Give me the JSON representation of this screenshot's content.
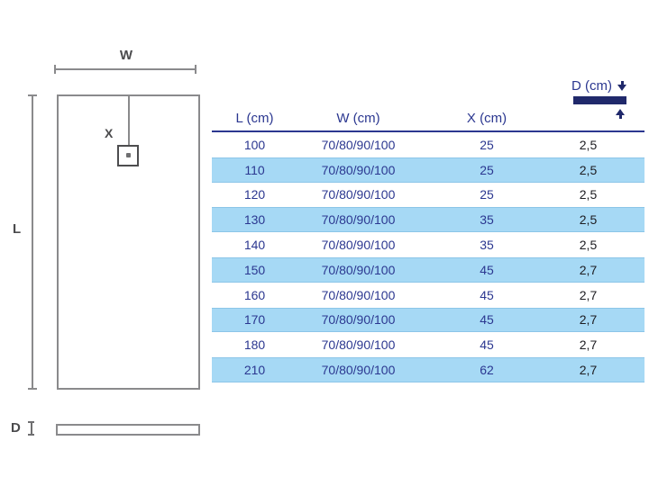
{
  "colors": {
    "table_text_navy": "#2b3790",
    "header_rule_navy": "#2b3790",
    "depth_bar_navy": "#20296b",
    "row_highlight_blue": "#a6d9f5",
    "row_highlight_edge": "#8cc5e8",
    "depth_value_black": "#1d1d22",
    "diagram_line_gray": "#8a8a8c",
    "diagram_label_gray": "#4b4b4d"
  },
  "diagram": {
    "top_view": {
      "width_label": "W",
      "length_label": "L",
      "drain_label": "X"
    },
    "side_view": {
      "depth_label": "D"
    }
  },
  "table": {
    "columns": [
      {
        "key": "l",
        "label": "L (cm)"
      },
      {
        "key": "w",
        "label": "W (cm)"
      },
      {
        "key": "x",
        "label": "X (cm)"
      },
      {
        "key": "d",
        "label": "D (cm)"
      }
    ],
    "rows": [
      {
        "l": "100",
        "w": "70/80/90/100",
        "x": "25",
        "d": "2,5",
        "highlight": false
      },
      {
        "l": "110",
        "w": "70/80/90/100",
        "x": "25",
        "d": "2,5",
        "highlight": true
      },
      {
        "l": "120",
        "w": "70/80/90/100",
        "x": "25",
        "d": "2,5",
        "highlight": false
      },
      {
        "l": "130",
        "w": "70/80/90/100",
        "x": "35",
        "d": "2,5",
        "highlight": true
      },
      {
        "l": "140",
        "w": "70/80/90/100",
        "x": "35",
        "d": "2,5",
        "highlight": false
      },
      {
        "l": "150",
        "w": "70/80/90/100",
        "x": "45",
        "d": "2,7",
        "highlight": true
      },
      {
        "l": "160",
        "w": "70/80/90/100",
        "x": "45",
        "d": "2,7",
        "highlight": false
      },
      {
        "l": "170",
        "w": "70/80/90/100",
        "x": "45",
        "d": "2,7",
        "highlight": true
      },
      {
        "l": "180",
        "w": "70/80/90/100",
        "x": "45",
        "d": "2,7",
        "highlight": false
      },
      {
        "l": "210",
        "w": "70/80/90/100",
        "x": "62",
        "d": "2,7",
        "highlight": true
      }
    ]
  }
}
